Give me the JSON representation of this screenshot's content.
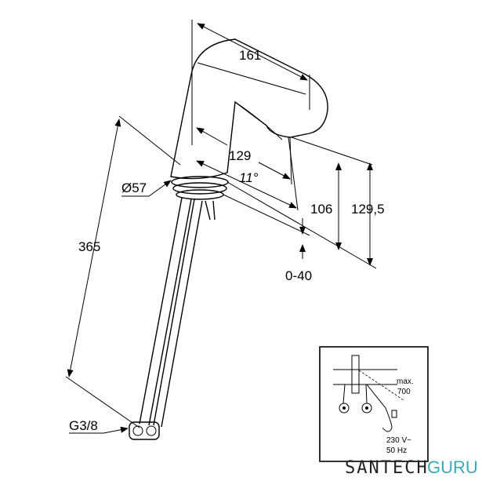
{
  "dimensions": {
    "width_161": "161",
    "reach_129": "129",
    "angle": "11°",
    "height_106": "106",
    "height_129_5": "129,5",
    "diameter": "Ø57",
    "length_365": "365",
    "deck_0_40": "0-40",
    "thread": "G3/8"
  },
  "inset": {
    "max_label": "max.",
    "max_value": "700",
    "voltage": "230 V~",
    "frequency": "50 Hz"
  },
  "watermark": {
    "part1": "SANTECH",
    "part2": "GURU"
  }
}
